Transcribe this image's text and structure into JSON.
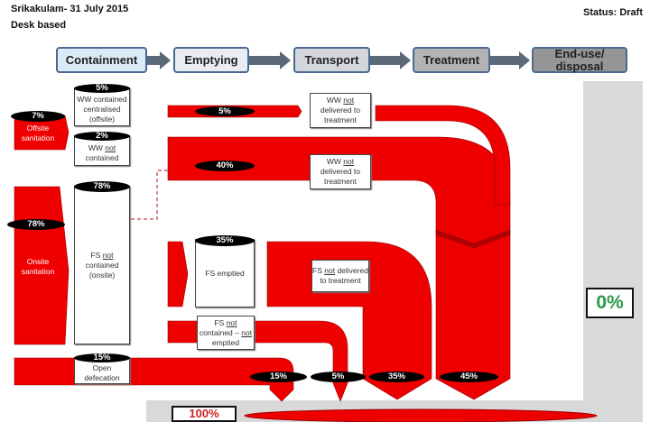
{
  "header": {
    "title": "Srikakulam- 31 July 2015",
    "subtitle": "Desk based",
    "status": "Status: Draft"
  },
  "steps": [
    "Containment",
    "Emptying",
    "Transport",
    "Treatment",
    "End-use/ disposal"
  ],
  "sources": {
    "offsite": {
      "label": "Offsite sanitation",
      "pct": "7%"
    },
    "onsite": {
      "label": "Onsite sanitation",
      "pct": "78%"
    },
    "open": {
      "pct": "15%",
      "label": "Open defecation"
    }
  },
  "containment": {
    "ww_central": {
      "pct": "5%",
      "label": "WW contained centralised (offsite)"
    },
    "ww_not": {
      "pct": "2%",
      "label_a": "WW ",
      "label_u": "not",
      "label_b": " contained"
    },
    "fs_not": {
      "pct": "78%",
      "label_a": "FS ",
      "label_u": "not",
      "label_b": " contained (onsite)"
    }
  },
  "flows": {
    "ww5": {
      "pct": "5%",
      "box_a": "WW ",
      "box_u": "not",
      "box_b": " delivered to treatment"
    },
    "ww40": {
      "pct": "40%",
      "box_a": "WW ",
      "box_u": "not",
      "box_b": " delivered to treatment"
    },
    "fs35": {
      "pct": "35%",
      "label": "FS emptied",
      "box_a": "FS ",
      "box_u": "not",
      "box_b": " delivered to treatment"
    },
    "fs_not_emptied": {
      "box_a": "FS ",
      "box_u": "not",
      "box_m": " contained – ",
      "box_u2": "not",
      "box_b": " emptied"
    }
  },
  "outputs": [
    "15%",
    "5%",
    "35%",
    "45%"
  ],
  "enduse": {
    "pct": "0%",
    "color": "#2a9a4a"
  },
  "bottom": {
    "total": "100%"
  },
  "colors": {
    "flow": "#ee0000",
    "gray": "#d9d9d9"
  }
}
